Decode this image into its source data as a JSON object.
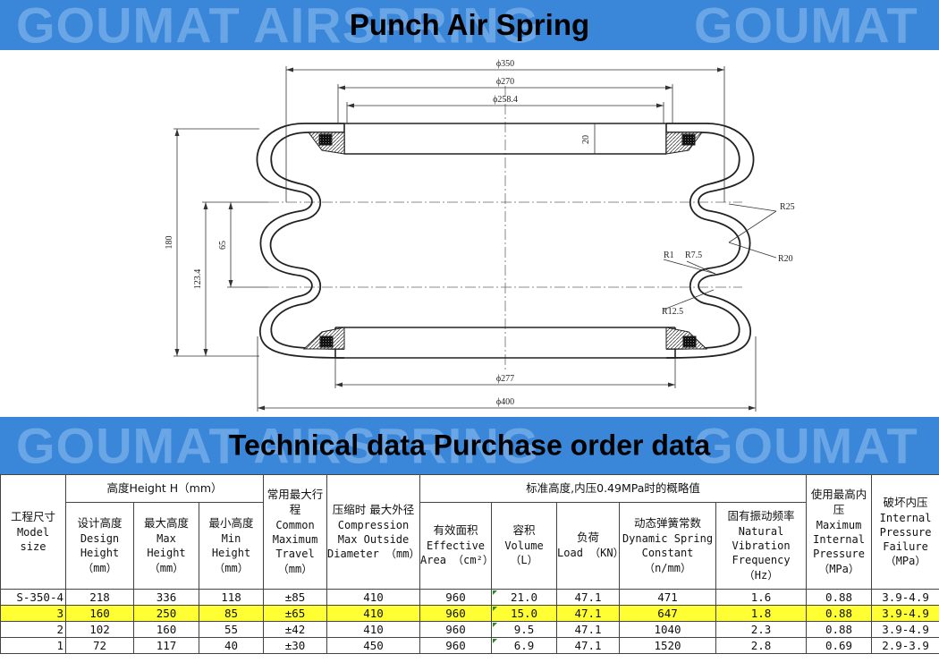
{
  "header": {
    "watermark_left": "GOUMAT AIRSPRING",
    "watermark_right": "GOUMAT",
    "title": "Punch Air Spring"
  },
  "drawing": {
    "dims": {
      "d350": "ϕ350",
      "d270": "ϕ270",
      "d258": "ϕ258.4",
      "d20": "20",
      "r25": "R25",
      "r1": "R1",
      "r7_5": "R7.5",
      "r20": "R20",
      "r12_5": "R12.5",
      "h180": "180",
      "h65": "65",
      "h123": "123.4",
      "d277": "ϕ277",
      "d400": "ϕ400"
    }
  },
  "section": {
    "watermark_left": "GOUMAT AIRSPRING",
    "watermark_right": "GOUMAT",
    "title": "Technical data  Purchase order data"
  },
  "table": {
    "headers": {
      "model_cn": "工程尺寸",
      "model_en": "Model size",
      "height_group": "高度Height H（mm）",
      "design_cn": "设计高度",
      "design_en": "Design Height （mm）",
      "max_cn": "最大高度",
      "max_en": "Max Height （mm）",
      "min_cn": "最小高度",
      "min_en": "Min Height （mm）",
      "travel_cn": "常用最大行程",
      "travel_en": "Common Maximum Travel （mm）",
      "diam_cn": "压缩时 最大外径",
      "diam_en": "Compression Max Outside Diameter （mm）",
      "std_group": "标准高度,内压0.49MPa时的概略值",
      "area_cn": "有效面积",
      "area_en": "Effective Area （cm²）",
      "vol_cn": "容积",
      "vol_en": "Volume （L）",
      "load_cn": "负荷",
      "load_en": "Load （KN）",
      "spring_cn": "动态弹簧常数",
      "spring_en": "Dynamic Spring Constant （n/mm）",
      "freq_cn": "固有振动频率",
      "freq_en": "Natural Vibration Frequency （Hz）",
      "pressure_cn": "使用最高内压",
      "pressure_en": "Maximum Internal Pressure （MPa）",
      "burst_cn": "破坏内压",
      "burst_en": "Internal Pressure Failure （MPa）"
    },
    "rows": [
      {
        "model": "S-350-4",
        "design": "218",
        "max": "336",
        "min": "118",
        "travel": "±85",
        "diameter": "410",
        "area": "960",
        "volume": "21.0",
        "load": "47.1",
        "spring": "471",
        "freq": "1.6",
        "pressure": "0.88",
        "burst": "3.9-4.9"
      },
      {
        "model": "3",
        "design": "160",
        "max": "250",
        "min": "85",
        "travel": "±65",
        "diameter": "410",
        "area": "960",
        "volume": "15.0",
        "load": "47.1",
        "spring": "647",
        "freq": "1.8",
        "pressure": "0.88",
        "burst": "3.9-4.9"
      },
      {
        "model": "2",
        "design": "102",
        "max": "160",
        "min": "55",
        "travel": "±42",
        "diameter": "410",
        "area": "960",
        "volume": "9.5",
        "load": "47.1",
        "spring": "1040",
        "freq": "2.3",
        "pressure": "0.88",
        "burst": "3.9-4.9"
      },
      {
        "model": "1",
        "design": "72",
        "max": "117",
        "min": "40",
        "travel": "±30",
        "diameter": "450",
        "area": "960",
        "volume": "6.9",
        "load": "47.1",
        "spring": "1520",
        "freq": "2.8",
        "pressure": "0.69",
        "burst": "2.9-3.9"
      }
    ],
    "highlight_row": 1,
    "highlight_color": "#ffff33"
  },
  "colors": {
    "banner": "#3a86d8",
    "watermark": "#6aa6e6"
  }
}
